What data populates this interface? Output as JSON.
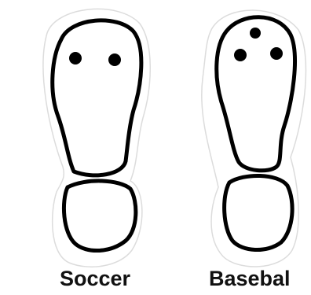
{
  "labels": {
    "soccer": "Soccer",
    "baseball": "Basebal"
  },
  "colors": {
    "background": "#ffffff",
    "paper": "#ffffff",
    "paper_edge": "#d9d9d9",
    "ink": "#000000"
  },
  "cleats": {
    "soccer": 2,
    "baseball": 3
  }
}
